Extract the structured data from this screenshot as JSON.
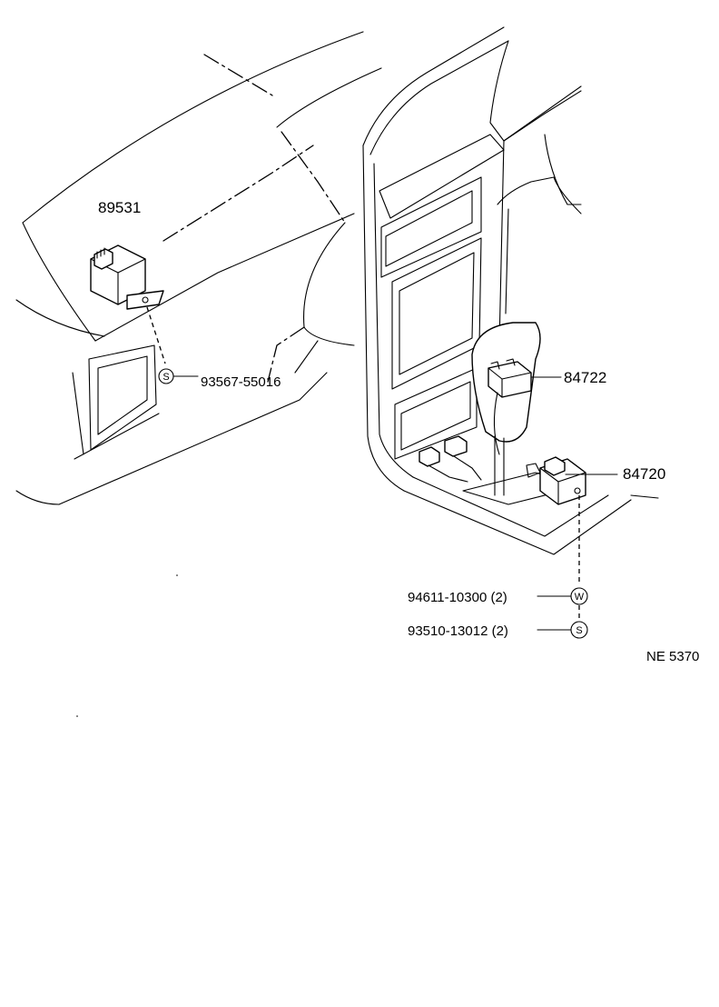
{
  "labels": {
    "part_89531": "89531",
    "part_93567": "93567-55016",
    "part_84722": "84722",
    "part_84720": "84720",
    "part_94611": "94611-10300 (2)",
    "part_93510": "93510-13012 (2)",
    "drawing_code": "NE 5370"
  },
  "symbols": {
    "screw": "S",
    "washer": "W"
  }
}
